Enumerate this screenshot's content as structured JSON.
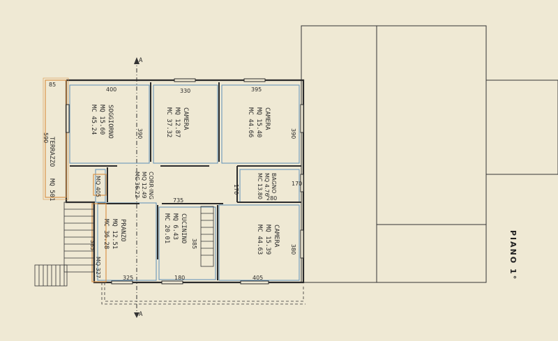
{
  "title": "PIANO 1°",
  "section_marker": "A",
  "rooms": [
    {
      "name": "SOGGIORNO",
      "mq": "MQ 15.60",
      "mc": "MC 45.24"
    },
    {
      "name": "CAMERA",
      "mq": "MQ 12.87",
      "mc": "MC 37.32"
    },
    {
      "name": "CAMERA",
      "mq": "MQ 15.40",
      "mc": "MC 44.66"
    },
    {
      "name": "BAGNO",
      "mq": "MQ 4.76",
      "mc": "MC 13.80"
    },
    {
      "name": "CORR·ING",
      "mq": "MQ 12.49",
      "mc": "MC 36.22"
    },
    {
      "name": "PRANZO",
      "mq": "MQ 12.51",
      "mc": "MC 36.28"
    },
    {
      "name": "CUCININO",
      "mq": "MQ 6.43",
      "mc": "MC 20.01"
    },
    {
      "name": "CAMERA",
      "mq": "MQ 15.39",
      "mc": "MC 44.63"
    },
    {
      "name": "TERRAZZO",
      "mq": "MQ 501"
    },
    {
      "name": "",
      "mq": "MQ 405"
    },
    {
      "name": "",
      "mq": "MQ 327"
    }
  ],
  "dimensions": {
    "d85": "85",
    "d400": "400",
    "d330": "330",
    "d395": "395",
    "d390a": "390",
    "d390b": "390",
    "d590": "590",
    "d735": "735",
    "d170a": "170",
    "d170b": "170",
    "d280": "280",
    "d385a": "385",
    "d385b": "385",
    "d380": "380",
    "d325": "325",
    "d180": "180",
    "d405": "405"
  }
}
